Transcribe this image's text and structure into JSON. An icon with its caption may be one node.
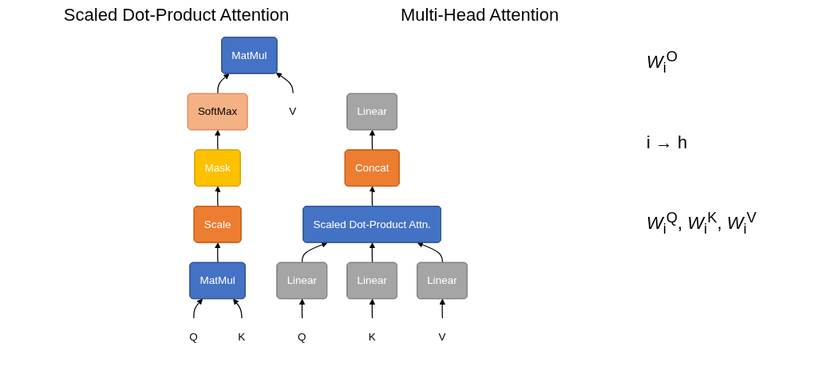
{
  "diagram": {
    "nodes": [
      {
        "text": [
          "MatMul"
        ]
      },
      {
        "text": [
          "SoftMax"
        ]
      },
      {
        "text": [
          "Mask"
        ]
      },
      {
        "text": [
          "Scale"
        ]
      },
      {
        "text": [
          "MatMul"
        ]
      },
      {
        "text": [
          "Q"
        ]
      },
      {
        "text": [
          "K"
        ]
      },
      {
        "text": [
          "V"
        ]
      },
      {
        "text": [
          "Linear"
        ]
      },
      {
        "text": [
          "Concat"
        ]
      },
      {
        "text": [
          "Scaled Dot-Product Attn."
        ]
      },
      {
        "text": [
          "Linear"
        ]
      },
      {
        "text": [
          "Linear"
        ]
      },
      {
        "text": [
          "Linear"
        ]
      },
      {
        "text": [
          "Q"
        ]
      },
      {
        "text": [
          "K"
        ]
      },
      {
        "text": [
          "V"
        ]
      }
    ],
    "edges": [
      {
        "from": 5,
        "to": 4,
        "arrow": "to"
      },
      {
        "from": 6,
        "to": 4,
        "arrow": "to"
      },
      {
        "from": 4,
        "to": 3,
        "arrow": "to"
      },
      {
        "from": 3,
        "to": 2,
        "arrow": "to"
      },
      {
        "from": 2,
        "to": 1,
        "arrow": "to"
      },
      {
        "from": 1,
        "to": 0,
        "arrow": "to"
      },
      {
        "from": 7,
        "to": 0,
        "arrow": "to"
      },
      {
        "from": 14,
        "to": 11,
        "arrow": "to"
      },
      {
        "from": 15,
        "to": 12,
        "arrow": "to"
      },
      {
        "from": 16,
        "to": 13,
        "arrow": "to"
      },
      {
        "from": 11,
        "to": 10,
        "arrow": "to"
      },
      {
        "from": 12,
        "to": 10,
        "arrow": "to"
      },
      {
        "from": 13,
        "to": 10,
        "arrow": "to"
      },
      {
        "from": 10,
        "to": 9,
        "arrow": "to"
      },
      {
        "from": 9,
        "to": 8,
        "arrow": "to"
      }
    ],
    "labels": [
      "Scaled Dot-Product Attention",
      "Multi-Head Attention",
      "*W*$_{i}$$^{O}$",
      "i → h",
      "*W*$_{i}$$^{Q}$, *W*$_{i}$$^{K}$, *W*$_{i}$$^{V}$"
    ]
  }
}
